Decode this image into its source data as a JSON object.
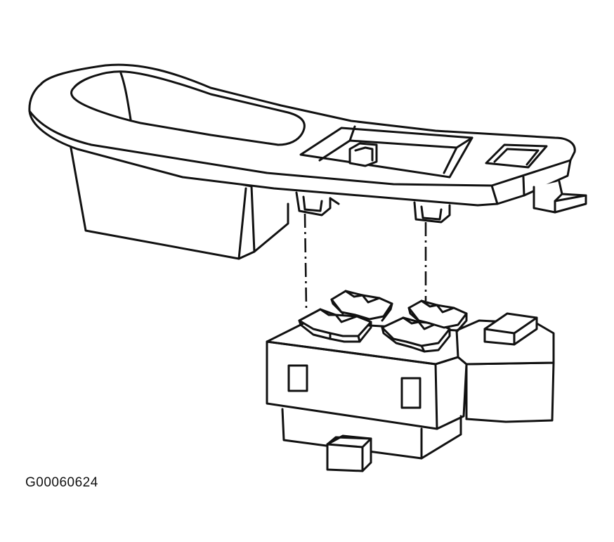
{
  "figure": {
    "id_label": "G00060624",
    "parts": [
      "window-switch-bezel",
      "power-window-switch-assembly"
    ]
  }
}
